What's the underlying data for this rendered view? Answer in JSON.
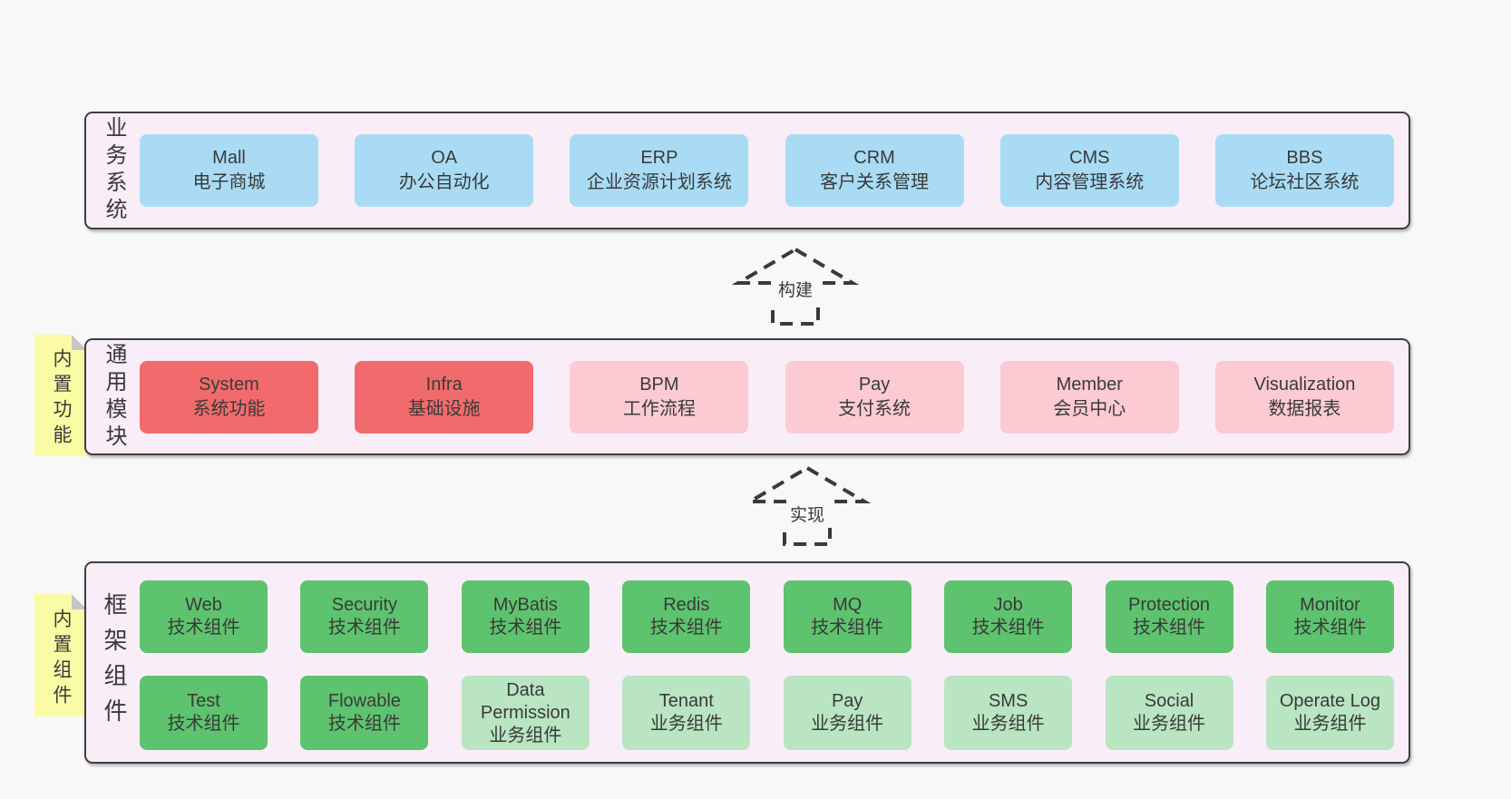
{
  "colors": {
    "page_bg": "#f8f8f8",
    "panel_bg": "#f9edf7",
    "panel_border": "#3f3f3f",
    "text": "#3a3a3a",
    "tab_bg": "#fbfba5",
    "tab_fold": "#c6c6c6",
    "blue": "#a9dcf4",
    "red": "#f26b6c",
    "pink": "#fccad3",
    "green": "#5ec36e",
    "lightgreen": "#b9e5c2"
  },
  "arrows": [
    {
      "label": "构建"
    },
    {
      "label": "实现"
    }
  ],
  "layers": [
    {
      "label": "业务系统",
      "rows": [
        [
          {
            "name": "Mall",
            "desc": "电子商城",
            "type": "blue"
          },
          {
            "name": "OA",
            "desc": "办公自动化",
            "type": "blue"
          },
          {
            "name": "ERP",
            "desc": "企业资源计划系统",
            "type": "blue"
          },
          {
            "name": "CRM",
            "desc": "客户关系管理",
            "type": "blue"
          },
          {
            "name": "CMS",
            "desc": "内容管理系统",
            "type": "blue"
          },
          {
            "name": "BBS",
            "desc": "论坛社区系统",
            "type": "blue"
          }
        ]
      ]
    },
    {
      "label": "通用模块",
      "tab": "内置功能",
      "rows": [
        [
          {
            "name": "System",
            "desc": "系统功能",
            "type": "red"
          },
          {
            "name": "Infra",
            "desc": "基础设施",
            "type": "red"
          },
          {
            "name": "BPM",
            "desc": "工作流程",
            "type": "pink"
          },
          {
            "name": "Pay",
            "desc": "支付系统",
            "type": "pink"
          },
          {
            "name": "Member",
            "desc": "会员中心",
            "type": "pink"
          },
          {
            "name": "Visualization",
            "desc": "数据报表",
            "type": "pink"
          }
        ]
      ]
    },
    {
      "label": "框架组件",
      "tab": "内置组件",
      "rows": [
        [
          {
            "name": "Web",
            "desc": "技术组件",
            "type": "green"
          },
          {
            "name": "Security",
            "desc": "技术组件",
            "type": "green"
          },
          {
            "name": "MyBatis",
            "desc": "技术组件",
            "type": "green"
          },
          {
            "name": "Redis",
            "desc": "技术组件",
            "type": "green"
          },
          {
            "name": "MQ",
            "desc": "技术组件",
            "type": "green"
          },
          {
            "name": "Job",
            "desc": "技术组件",
            "type": "green"
          },
          {
            "name": "Protection",
            "desc": "技术组件",
            "type": "green"
          },
          {
            "name": "Monitor",
            "desc": "技术组件",
            "type": "green"
          }
        ],
        [
          {
            "name": "Test",
            "desc": "技术组件",
            "type": "green"
          },
          {
            "name": "Flowable",
            "desc": "技术组件",
            "type": "green"
          },
          {
            "name": "Data Permission",
            "desc": "业务组件",
            "type": "lightgreen"
          },
          {
            "name": "Tenant",
            "desc": "业务组件",
            "type": "lightgreen"
          },
          {
            "name": "Pay",
            "desc": "业务组件",
            "type": "lightgreen"
          },
          {
            "name": "SMS",
            "desc": "业务组件",
            "type": "lightgreen"
          },
          {
            "name": "Social",
            "desc": "业务组件",
            "type": "lightgreen"
          },
          {
            "name": "Operate Log",
            "desc": "业务组件",
            "type": "lightgreen"
          }
        ]
      ]
    }
  ]
}
